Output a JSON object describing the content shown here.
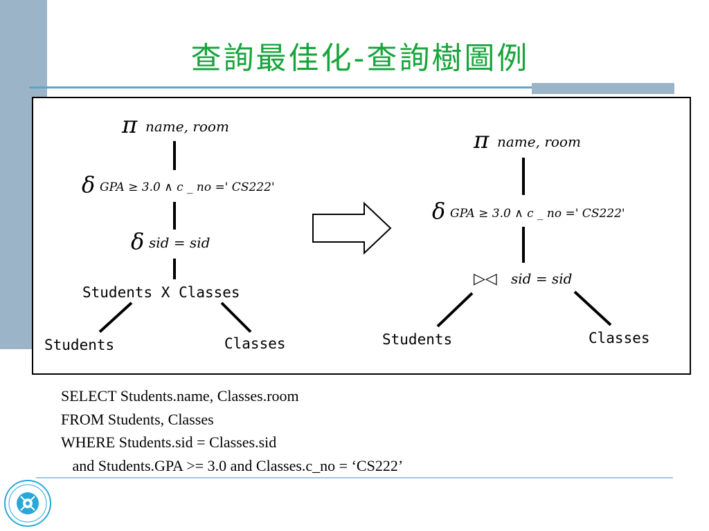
{
  "title": "查詢最佳化-查詢樹圖例",
  "left_tree": {
    "projection": {
      "symbol": "π",
      "attrs": "name, room"
    },
    "selection1": {
      "symbol": "δ",
      "condition": "GPA ≥ 3.0 ∧ c _ no =' CS222'"
    },
    "selection2": {
      "symbol": "δ",
      "condition": "sid  =  sid"
    },
    "product": "Students X Classes",
    "leaf_left": "Students",
    "leaf_right": "Classes"
  },
  "right_tree": {
    "projection": {
      "symbol": "π",
      "attrs": "name, room"
    },
    "selection": {
      "symbol": "δ",
      "condition": "GPA ≥ 3.0 ∧ c _ no =' CS222'"
    },
    "join": {
      "symbol": "▷◁",
      "condition": "sid = sid"
    },
    "leaf_left": "Students",
    "leaf_right": "Classes"
  },
  "sql": {
    "line1": "SELECT Students.name, Classes.room",
    "line2": "FROM Students, Classes",
    "line3": "WHERE Students.sid = Classes.sid",
    "line4": "   and Students.GPA >= 3.0 and Classes.c_no = ‘CS222’"
  },
  "logo": {
    "icon": "university-seal-icon",
    "color": "#29a8d8"
  },
  "colors": {
    "title": "#17a53c",
    "accent_bar": "#9cb4c8",
    "rule": "#5fa4cc"
  }
}
